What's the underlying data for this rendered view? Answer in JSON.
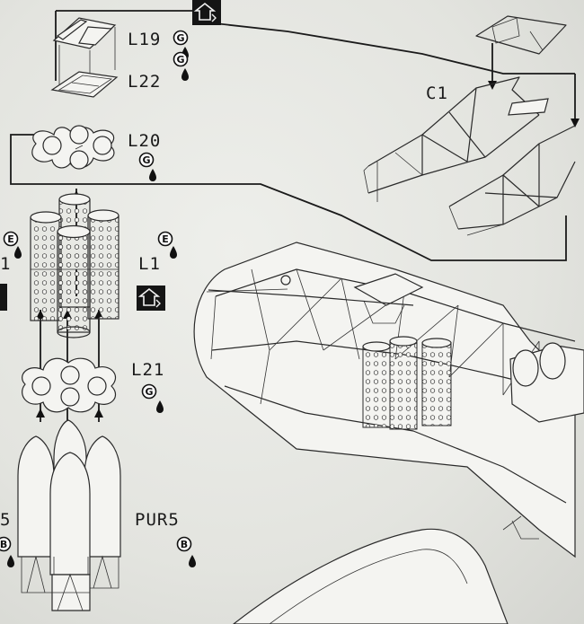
{
  "parts": {
    "l19": "L19",
    "l22": "L22",
    "l20": "L20",
    "l1": "L1",
    "l1_partial": "1",
    "l21": "L21",
    "pur5": "PUR5",
    "pur5_partial": "5",
    "c1": "C1"
  },
  "paint_codes": {
    "g": "G",
    "e": "E",
    "b": "B"
  },
  "icons": {
    "flip_box": "flip-assembly-icon",
    "paint_drop": "paint-drop-icon"
  },
  "colors": {
    "paper": "#e6e7e3",
    "ink": "#1e1e1e"
  }
}
